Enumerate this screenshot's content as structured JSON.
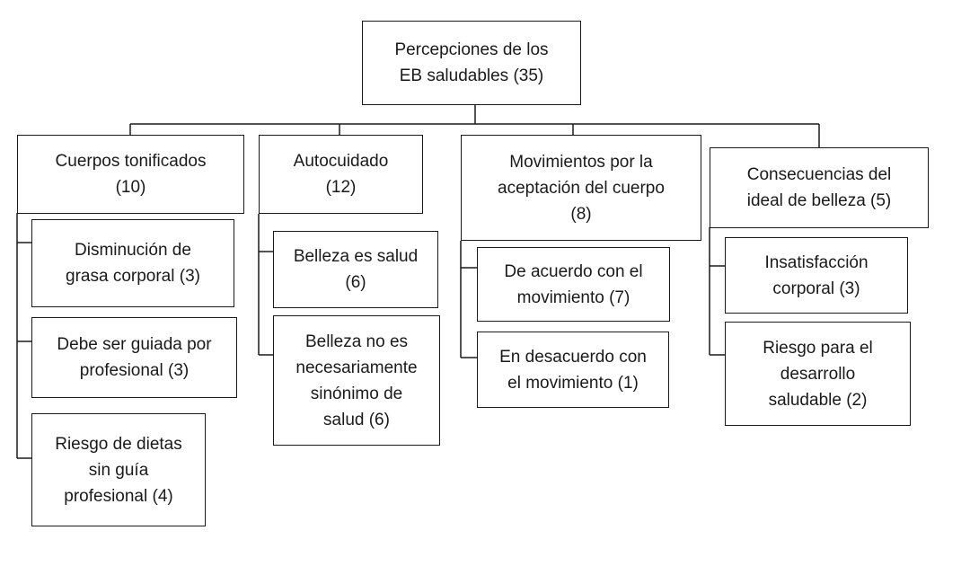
{
  "root": {
    "line1": "Percepciones de los",
    "line2": "EB saludables (35)"
  },
  "categories": [
    {
      "id": "cuerpos",
      "lines": [
        "Cuerpos tonificados",
        "(10)"
      ],
      "children": [
        [
          "Disminución de",
          "grasa corporal (3)"
        ],
        [
          "Debe ser guiada por",
          "profesional (3)"
        ],
        [
          "Riesgo de dietas",
          "sin guía",
          "profesional (4)"
        ]
      ]
    },
    {
      "id": "autocuidado",
      "lines": [
        "Autocuidado",
        "(12)"
      ],
      "children": [
        [
          "Belleza es salud",
          "(6)"
        ],
        [
          "Belleza no es",
          "necesariamente",
          "sinónimo de",
          "salud (6)"
        ]
      ]
    },
    {
      "id": "movimientos",
      "lines": [
        "Movimientos por la",
        "aceptación del cuerpo",
        "(8)"
      ],
      "children": [
        [
          "De acuerdo con el",
          "movimiento (7)"
        ],
        [
          "En desacuerdo con",
          "el movimiento (1)"
        ]
      ]
    },
    {
      "id": "consecuencias",
      "lines": [
        "Consecuencias del",
        "ideal de belleza (5)"
      ],
      "children": [
        [
          "Insatisfacción",
          "corporal (3)"
        ],
        [
          "Riesgo para el",
          "desarrollo",
          "saludable (2)"
        ]
      ]
    }
  ]
}
